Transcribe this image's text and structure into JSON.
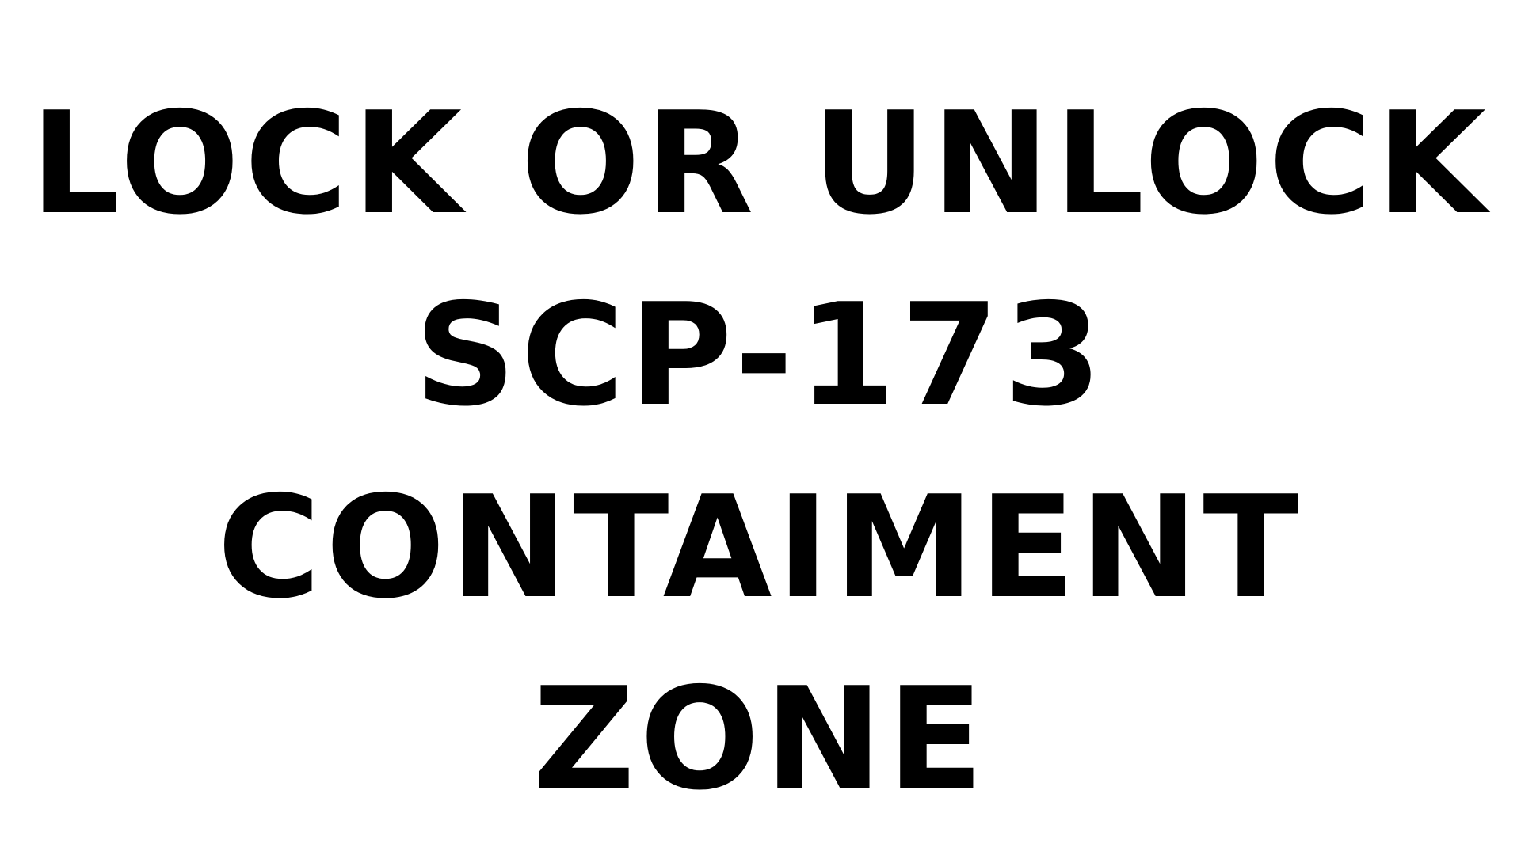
{
  "sign": {
    "lines": [
      "LOCK OR UNLOCK",
      "SCP-173",
      "CONTAIMENT",
      "ZONE"
    ],
    "text_color": "#000000",
    "background_color": "#ffffff"
  }
}
